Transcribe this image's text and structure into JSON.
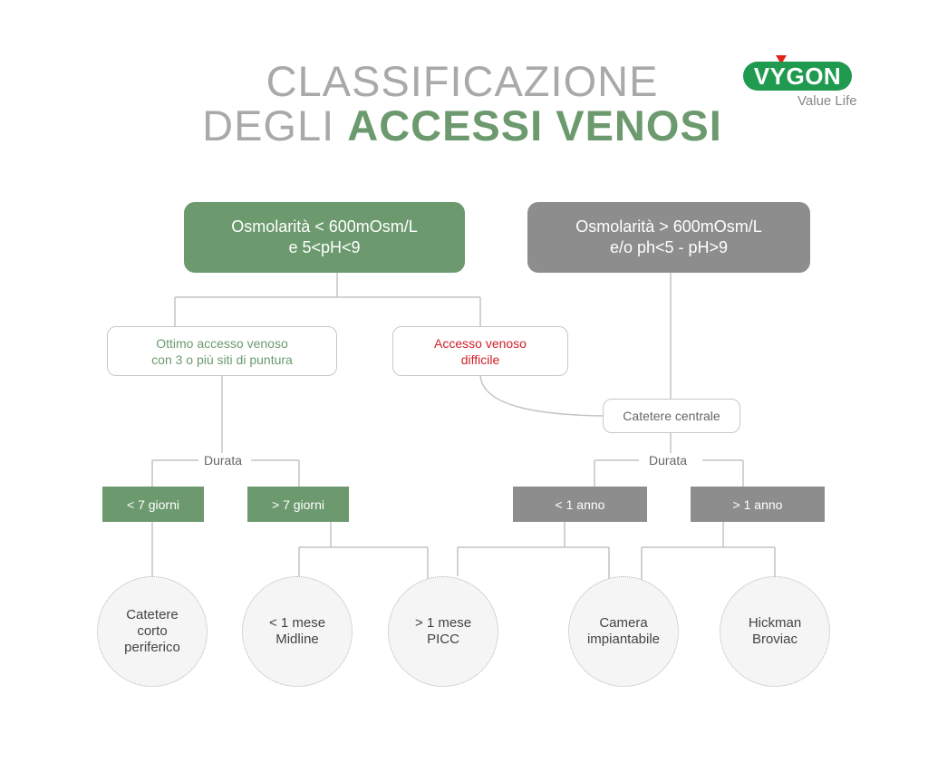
{
  "title": {
    "line1": "CLASSIFICAZIONE",
    "line2_prefix": "DEGLI ",
    "line2_accent": "ACCESSI VENOSI"
  },
  "logo": {
    "brand": "VYGON",
    "tagline": "Value Life"
  },
  "conditions": {
    "low": {
      "line1": "Osmolarità < 600mOsm/L",
      "line2": "e 5<pH<9"
    },
    "high": {
      "line1": "Osmolarità > 600mOsm/L",
      "line2": "e/o ph<5 - pH>9"
    }
  },
  "access": {
    "optimal": {
      "line1": "Ottimo accesso venoso",
      "line2": "con 3 o più siti di puntura"
    },
    "difficult": {
      "line1": "Accesso venoso",
      "line2": "difficile"
    },
    "central": "Catetere centrale"
  },
  "duration_label": "Durata",
  "durations": {
    "lt7": "< 7 giorni",
    "gt7": "> 7 giorni",
    "lt1y": "< 1 anno",
    "gt1y": "> 1 anno"
  },
  "devices": {
    "short": [
      "Catetere",
      "corto",
      "periferico"
    ],
    "midline": [
      "< 1 mese",
      "Midline"
    ],
    "picc": [
      "> 1 mese",
      "PICC"
    ],
    "port": [
      "Camera",
      "impiantabile"
    ],
    "hickman": [
      "Hickman",
      "Broviac"
    ]
  },
  "colors": {
    "green": "#6c9a6e",
    "gray": "#8d8d8d",
    "red": "#d0202a",
    "logo_green": "#1f9a4f"
  }
}
